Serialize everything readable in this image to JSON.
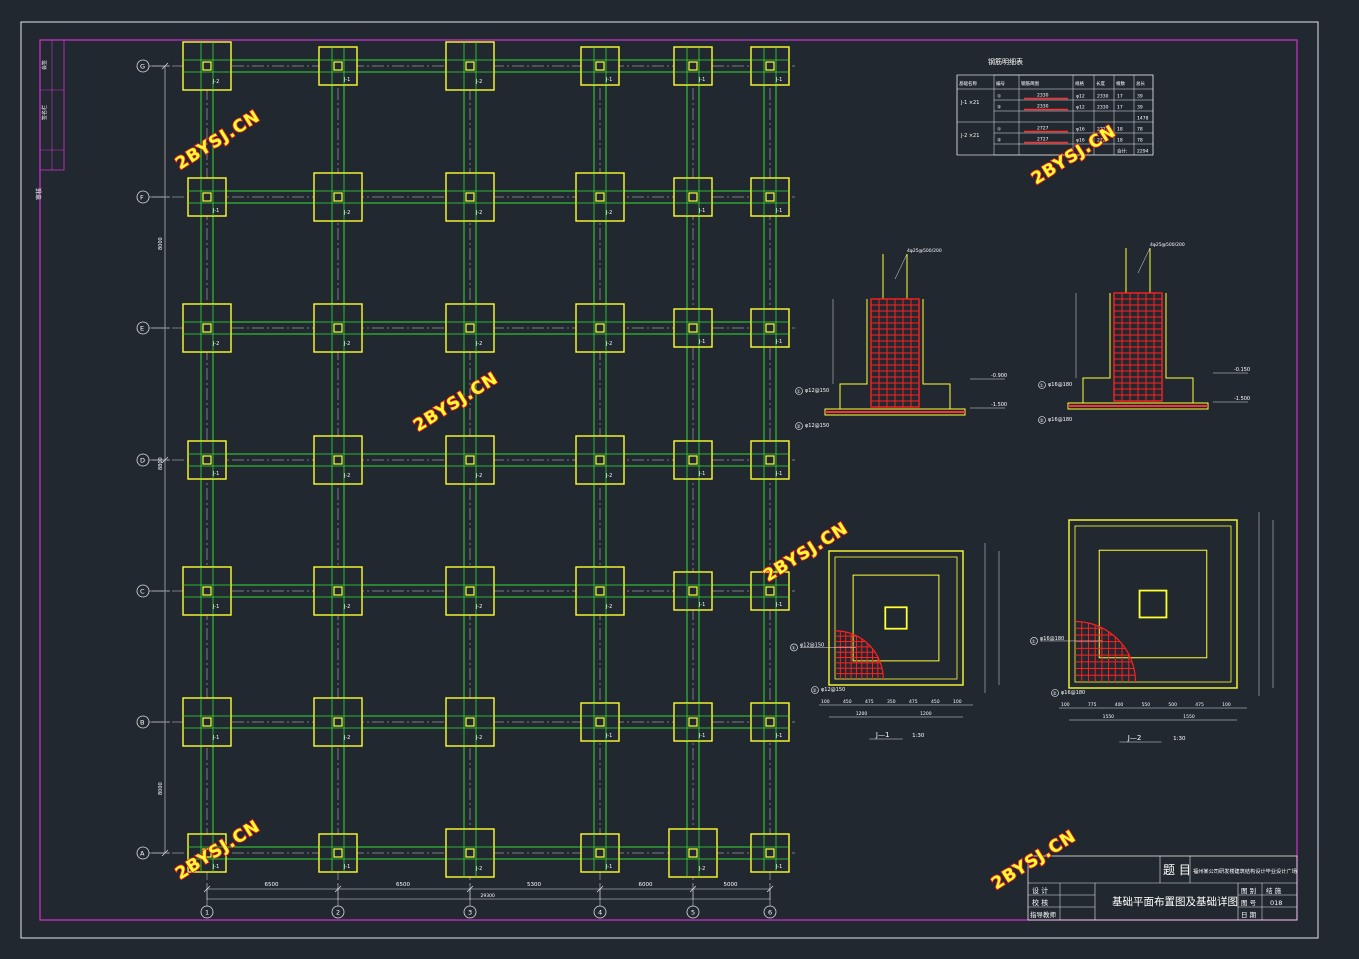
{
  "drawing": {
    "title": "基础平面布置图及基础详图",
    "project_label": "题 目",
    "project_name": "福州某公司研发楼建筑结构设计毕业设计广场",
    "scale_j1": "1:30",
    "scale_j2": "1:30",
    "sheet_no": "018",
    "title_block_rows": [
      "设 计",
      "校 核",
      "指导教师"
    ],
    "title_block_right": [
      "图 别",
      "图 号",
      "日 期"
    ],
    "title_block_right_vals": [
      "结 施",
      "018",
      ""
    ]
  },
  "plan": {
    "row_axes": [
      "G",
      "F",
      "E",
      "D",
      "C",
      "B",
      "A"
    ],
    "col_axes": [
      "1",
      "2",
      "3",
      "4",
      "5",
      "6"
    ],
    "col_spans": [
      "6500",
      "6500",
      "5300",
      "6000",
      "5000"
    ],
    "total_width": "29300",
    "side_dims": [
      "8000",
      "8800",
      "8000"
    ],
    "footing_labels": [
      [
        "J-2",
        "J-1",
        "J-2",
        "J-1",
        "J-1",
        "J-1"
      ],
      [
        "J-1",
        "J-2",
        "J-2",
        "J-2",
        "J-1",
        "J-1"
      ],
      [
        "J-2",
        "J-2",
        "J-2",
        "J-2",
        "J-1",
        "J-1"
      ],
      [
        "J-1",
        "J-2",
        "J-2",
        "J-2",
        "J-1",
        "J-1"
      ],
      [
        "J-1",
        "J-2",
        "J-2",
        "J-2",
        "J-1",
        "J-1"
      ],
      [
        "J-1",
        "J-2",
        "J-2",
        "J-1",
        "J-1",
        "J-1"
      ],
      [
        "J-1",
        "J-1",
        "J-2",
        "J-1",
        "J-2",
        "J-1"
      ]
    ],
    "footing_size": [
      [
        "L",
        "S",
        "L",
        "S",
        "S",
        "S"
      ],
      [
        "S",
        "L",
        "L",
        "L",
        "S",
        "S"
      ],
      [
        "L",
        "L",
        "L",
        "L",
        "S",
        "S"
      ],
      [
        "S",
        "L",
        "L",
        "L",
        "S",
        "S"
      ],
      [
        "L",
        "L",
        "L",
        "L",
        "S",
        "S"
      ],
      [
        "L",
        "L",
        "L",
        "S",
        "S",
        "S"
      ],
      [
        "S",
        "S",
        "L",
        "S",
        "L",
        "S"
      ]
    ]
  },
  "rebar_table": {
    "title": "钢筋明细表",
    "headers": [
      "基础名称",
      "编号",
      "钢筋简图",
      "规格",
      "长度",
      "根数",
      "总长"
    ],
    "rows": [
      [
        "J-1 ×21",
        "①",
        "2330",
        "φ12",
        "2330",
        "17",
        "39"
      ],
      [
        "",
        "②",
        "2330",
        "φ12",
        "2330",
        "17",
        "39"
      ],
      [
        "",
        "",
        "",
        "",
        "",
        "",
        "1478"
      ],
      [
        "J-2 ×21",
        "①",
        "2727",
        "φ16",
        "2727",
        "18",
        "78"
      ],
      [
        "",
        "②",
        "2727",
        "φ16",
        "2727",
        "18",
        "78"
      ],
      [
        "",
        "",
        "",
        "",
        "",
        "合计:",
        "2294"
      ]
    ]
  },
  "sections": {
    "j1_top_note": "4φ25@500/200",
    "j1_bar1": "φ12@150",
    "j1_bar2": "φ12@150",
    "j1_elev1": "-0.900",
    "j1_elev2": "-1.500",
    "j2_top_note": "4φ25@500/200",
    "j2_bar1": "φ16@180",
    "j2_bar2": "φ16@180",
    "j2_elev1": "-0.150",
    "j2_elev2": "-1.500",
    "j1_name": "J—1",
    "j2_name": "J—2",
    "j1_plan_bar1": "φ12@150",
    "j1_plan_bar2": "φ12@150",
    "j2_plan_bar1": "φ16@180",
    "j2_plan_bar2": "φ16@180",
    "j1_dims": [
      "100",
      "450",
      "475",
      "350",
      "475",
      "450",
      "100"
    ],
    "j1_total": [
      "1200",
      "1200"
    ],
    "j2_dims": [
      "100",
      "775",
      "400",
      "550",
      "500",
      "475",
      "100"
    ],
    "j2_total": [
      "1550",
      "1550"
    ]
  },
  "left_strip": [
    "会签",
    "签名栏",
    "审核"
  ],
  "watermark": "2BYSJ.CN"
}
